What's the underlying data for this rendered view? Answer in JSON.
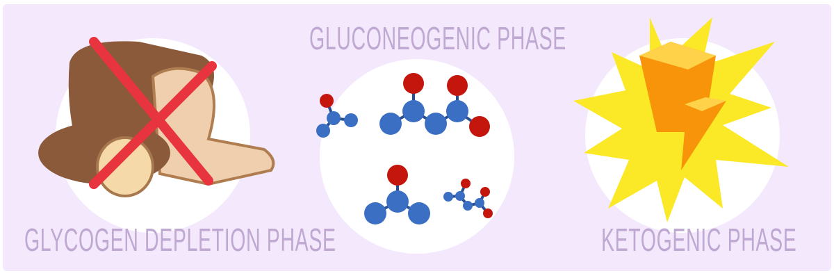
{
  "phases": [
    {
      "title": "GLYCOGEN DEPLETION PHASE",
      "icon": "bread-crossed-icon"
    },
    {
      "title": "GLUCONEOGENIC PHASE",
      "icon": "molecules-icon"
    },
    {
      "title": "KETOGENIC PHASE",
      "icon": "energy-burst-icon"
    }
  ],
  "colors": {
    "background": "#f4e9fc",
    "text": "#bfa8d2",
    "cross": "#e8343f",
    "atom_blue": "#3a6fc4",
    "atom_red": "#cc1a0e",
    "burst": "#fbe826",
    "bolt": "#f7940a"
  }
}
